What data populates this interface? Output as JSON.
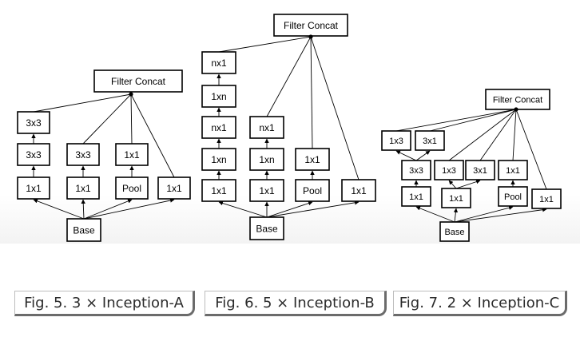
{
  "figures": [
    {
      "id": "a",
      "caption": "Fig. 5. 3 × Inception-A",
      "concat": "Filter Concat",
      "base": "Base",
      "nodes": [
        {
          "key": "a1",
          "text": "1x1"
        },
        {
          "key": "a2",
          "text": "3x3"
        },
        {
          "key": "a3",
          "text": "3x3"
        },
        {
          "key": "b1",
          "text": "1x1"
        },
        {
          "key": "b2",
          "text": "3x3"
        },
        {
          "key": "c1",
          "text": "Pool"
        },
        {
          "key": "c2",
          "text": "1x1"
        },
        {
          "key": "d1",
          "text": "1x1"
        }
      ]
    },
    {
      "id": "b",
      "caption": "Fig. 6. 5 × Inception-B",
      "concat": "Filter Concat",
      "base": "Base",
      "nodes": [
        {
          "key": "a1",
          "text": "1x1"
        },
        {
          "key": "a2",
          "text": "1xn"
        },
        {
          "key": "a3",
          "text": "nx1"
        },
        {
          "key": "a4",
          "text": "1xn"
        },
        {
          "key": "a5",
          "text": "nx1"
        },
        {
          "key": "b1",
          "text": "1x1"
        },
        {
          "key": "b2",
          "text": "1xn"
        },
        {
          "key": "b3",
          "text": "nx1"
        },
        {
          "key": "c1",
          "text": "Pool"
        },
        {
          "key": "c2",
          "text": "1x1"
        },
        {
          "key": "d1",
          "text": "1x1"
        }
      ]
    },
    {
      "id": "c",
      "caption": "Fig. 7. 2 × Inception-C",
      "concat": "Filter Concat",
      "base": "Base",
      "nodes": [
        {
          "key": "a1",
          "text": "1x1"
        },
        {
          "key": "a2",
          "text": "3x3"
        },
        {
          "key": "a3",
          "text": "1x3"
        },
        {
          "key": "a4",
          "text": "3x1"
        },
        {
          "key": "b1",
          "text": "1x1"
        },
        {
          "key": "b2",
          "text": "1x3"
        },
        {
          "key": "b3",
          "text": "3x1"
        },
        {
          "key": "c1",
          "text": "Pool"
        },
        {
          "key": "c2",
          "text": "1x1"
        },
        {
          "key": "d1",
          "text": "1x1"
        }
      ]
    }
  ]
}
